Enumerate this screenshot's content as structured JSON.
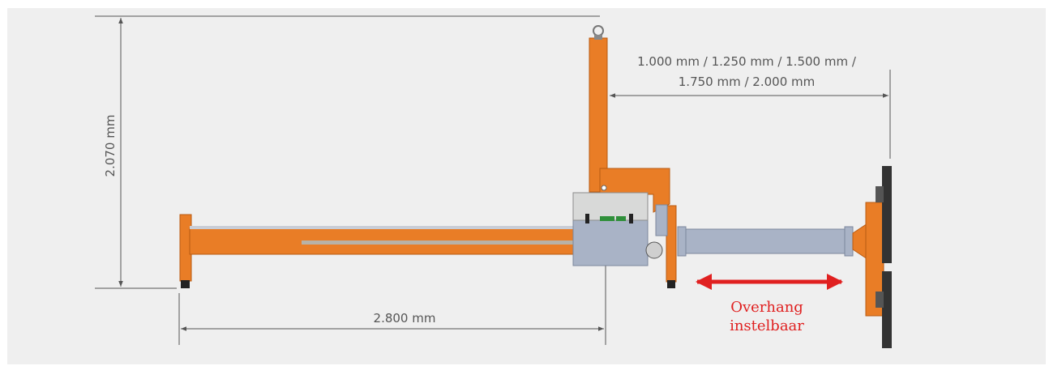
{
  "dimensions": {
    "height": "2.070 mm",
    "width": "2.800 mm",
    "overhang_range_line1": "1.000 mm / 1.250 mm / 1.500 mm /",
    "overhang_range_line2": "1.750 mm / 2.000 mm"
  },
  "annotation": {
    "line1": "Overhang",
    "line2": "instelbaar"
  },
  "colors": {
    "background": "#efefef",
    "frame_orange": "#e97d26",
    "housing_blue": "#a9b3c6",
    "dimension_line": "#555555",
    "annotation_red": "#e02020"
  }
}
